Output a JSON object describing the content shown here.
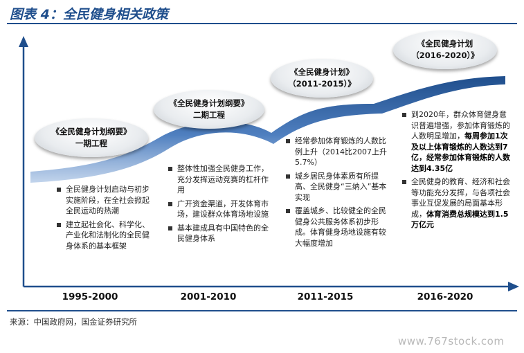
{
  "title": "图表 4：全民健身相关政策",
  "phases": [
    {
      "oval_lines": [
        "《全民健身计划纲要》",
        "一期工程"
      ],
      "items": [
        [
          {
            "t": "全民健身计划启动与初步实施阶段，在全社会掀起全民运动的热潮",
            "b": false
          }
        ],
        [
          {
            "t": "建立起社会化、科学化、产业化和法制化的全民健身体系的基本框架",
            "b": false
          }
        ]
      ],
      "year": "1995-2000"
    },
    {
      "oval_lines": [
        "《全民健身计划纲要》",
        "二期工程"
      ],
      "items": [
        [
          {
            "t": "整体性加强全民健身工作，充分发挥运动竞赛的杠杆作用",
            "b": false
          }
        ],
        [
          {
            "t": "广开资金渠道，开发体育市场，建设群众体育场地设施",
            "b": false
          }
        ],
        [
          {
            "t": "基本建成具有中国特色的全民健身体系",
            "b": false
          }
        ]
      ],
      "year": "2001-2010"
    },
    {
      "oval_lines": [
        "《全民健身计划》",
        "（2011-2015）》"
      ],
      "items": [
        [
          {
            "t": "经常参加体育锻炼的人数比例上升（2014比2007上升5.7%）",
            "b": false
          }
        ],
        [
          {
            "t": "城乡居民身体素质有所提高、全民健身“三纳入”基本实现",
            "b": false
          }
        ],
        [
          {
            "t": "覆盖城乡、比较健全的全民健身公共服务体系初步形成。体育健身场地设施有较大幅度增加",
            "b": false
          }
        ]
      ],
      "year": "2011-2015"
    },
    {
      "oval_lines": [
        "《全民健身计划",
        "（2016-2020）》"
      ],
      "items": [
        [
          {
            "t": "到2020年，群众体育健身意识普遍增强，参加体育锻炼的人数明显增加，",
            "b": false
          },
          {
            "t": "每周参加1次及以上体育锻炼的人数达到7亿，经常参加体育锻炼的人数达到4.35亿",
            "b": true
          }
        ],
        [
          {
            "t": "全民健身的教育、经济和社会等功能充分发挥，与各项社会事业互促发展的局面基本形成，",
            "b": false
          },
          {
            "t": "体育消费总规模达到1.5万亿元",
            "b": true
          }
        ]
      ],
      "year": "2016-2020"
    }
  ],
  "source": "来源：中国政府网，国金证券研究所",
  "watermark": "www.767stock.com",
  "colors": {
    "accent": "#1f4e8c",
    "band_dark": "#1f4e8c",
    "band_light": "#8fb0d9"
  }
}
